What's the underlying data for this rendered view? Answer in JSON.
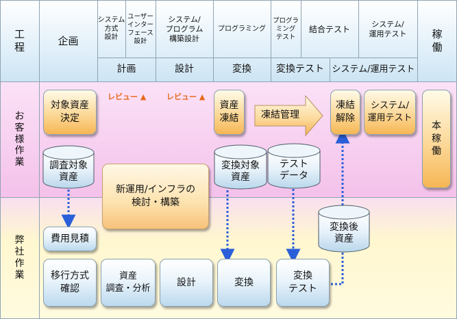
{
  "header": {
    "kotei": "工\n程",
    "kikaku": "企画",
    "kado": "稼\n働",
    "steps": [
      "システム\n方式\n設計",
      "ユーザー\nインター\nフェース\n設計",
      "システム/\nプログラム\n構築設計",
      "プログラミング",
      "プログラ\nミング\nテスト",
      "結合テスト",
      "システム/\n運用テスト"
    ],
    "phases": [
      "計画",
      "設計",
      "変換",
      "変換テスト",
      "システム/運用テスト"
    ]
  },
  "lanes": {
    "customer": "お\n客\n様\n作\n業",
    "vendor": "弊\n社\n作\n業"
  },
  "reviews": [
    "レビュー ▲",
    "レビュー ▲"
  ],
  "customer_boxes": {
    "taisho_shisan": "対象資産\n決定",
    "shisan_touketsu": "資産\n凍結",
    "touketsu_kanri": "凍結管理",
    "touketsu_kaijo": "凍結\n解除",
    "system_test": "システム/\n運用テスト",
    "honkado": "本\n稼\n働",
    "shin_unyo": "新運用/インフラの\n検討・構築"
  },
  "cylinders": {
    "chosa_shisan": "調査対象\n資産",
    "henkan_shisan": "変換対象\n資産",
    "test_data": "テスト\nデータ",
    "henkango_shisan": "変換後\n資産"
  },
  "vendor_boxes": {
    "hiyo": "費用見積",
    "iko": "移行方式\n確認",
    "shisan_chosa": "資産\n調査・分析",
    "sekkei": "設計",
    "henkan": "変換",
    "henkan_test": "変換\nテスト"
  },
  "colors": {
    "header_bg": "#dcedf8",
    "customer_lane_top": "#f7c9f0",
    "vendor_lane_bottom": "#fff9c8",
    "review_orange": "#e8691b",
    "arrow_blue": "#2b5fd9",
    "grid_line": "#8fa3b3"
  }
}
